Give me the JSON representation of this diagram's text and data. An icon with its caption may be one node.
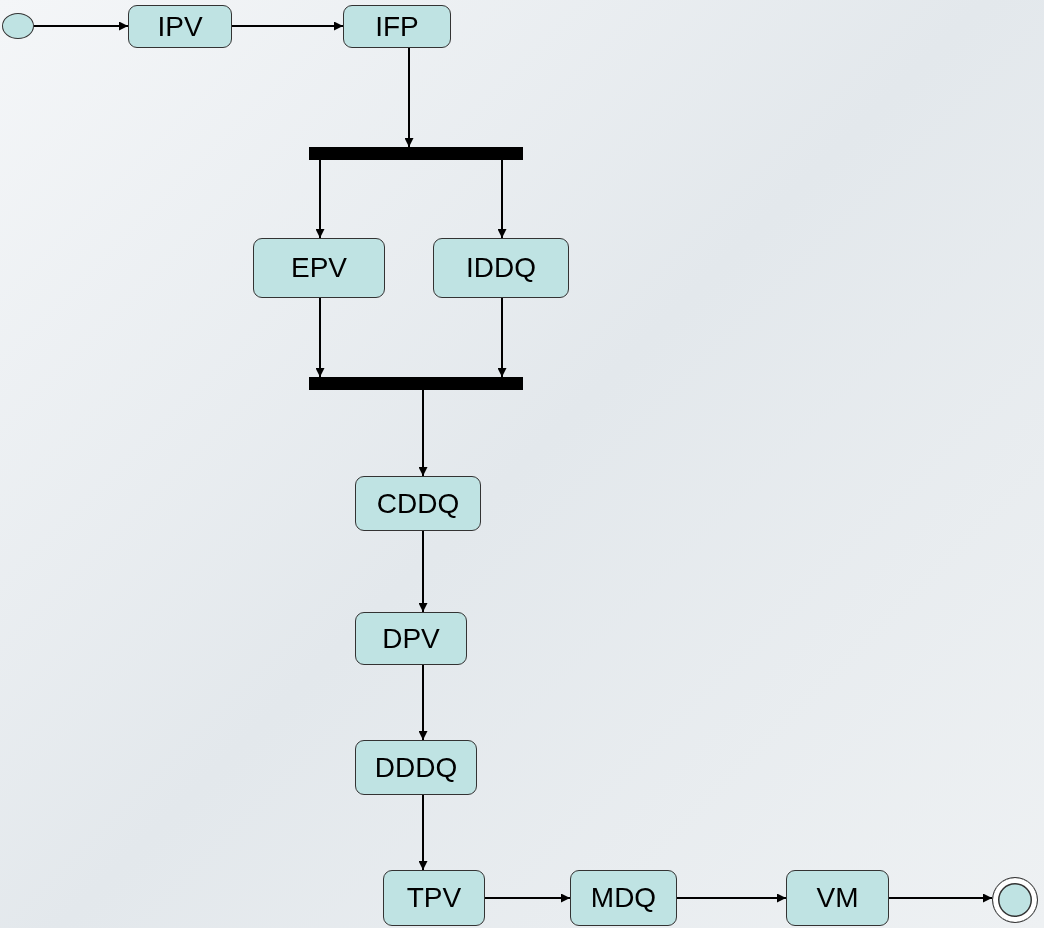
{
  "diagram": {
    "nodes": [
      {
        "text": [],
        "shape": "circle"
      },
      {
        "text": [
          "IPV"
        ]
      },
      {
        "text": [
          "IFP"
        ]
      },
      {
        "text": [],
        "shape": "bar"
      },
      {
        "text": [
          "EPV"
        ]
      },
      {
        "text": [
          "IDDQ"
        ]
      },
      {
        "text": [],
        "shape": "bar"
      },
      {
        "text": [
          "CDDQ"
        ]
      },
      {
        "text": [
          "DPV"
        ]
      },
      {
        "text": [
          "DDDQ"
        ]
      },
      {
        "text": [
          "TPV"
        ]
      },
      {
        "text": [
          "MDQ"
        ]
      },
      {
        "text": [
          "VM"
        ]
      },
      {
        "text": [],
        "shape": "bullseye"
      }
    ],
    "edges": [
      {
        "from": 0,
        "to": 1,
        "arrow": "to"
      },
      {
        "from": 1,
        "to": 2,
        "arrow": "to"
      },
      {
        "from": 2,
        "to": 3,
        "arrow": "to"
      },
      {
        "from": 3,
        "to": 4,
        "arrow": "to"
      },
      {
        "from": 3,
        "to": 5,
        "arrow": "to"
      },
      {
        "from": 4,
        "to": 6,
        "arrow": "to"
      },
      {
        "from": 5,
        "to": 6,
        "arrow": "to"
      },
      {
        "from": 6,
        "to": 7,
        "arrow": "to"
      },
      {
        "from": 7,
        "to": 8,
        "arrow": "to"
      },
      {
        "from": 8,
        "to": 9,
        "arrow": "to"
      },
      {
        "from": 9,
        "to": 10,
        "arrow": "to"
      },
      {
        "from": 10,
        "to": 11,
        "arrow": "to"
      },
      {
        "from": 11,
        "to": 12,
        "arrow": "to"
      },
      {
        "from": 12,
        "to": 13,
        "arrow": "to"
      }
    ]
  }
}
